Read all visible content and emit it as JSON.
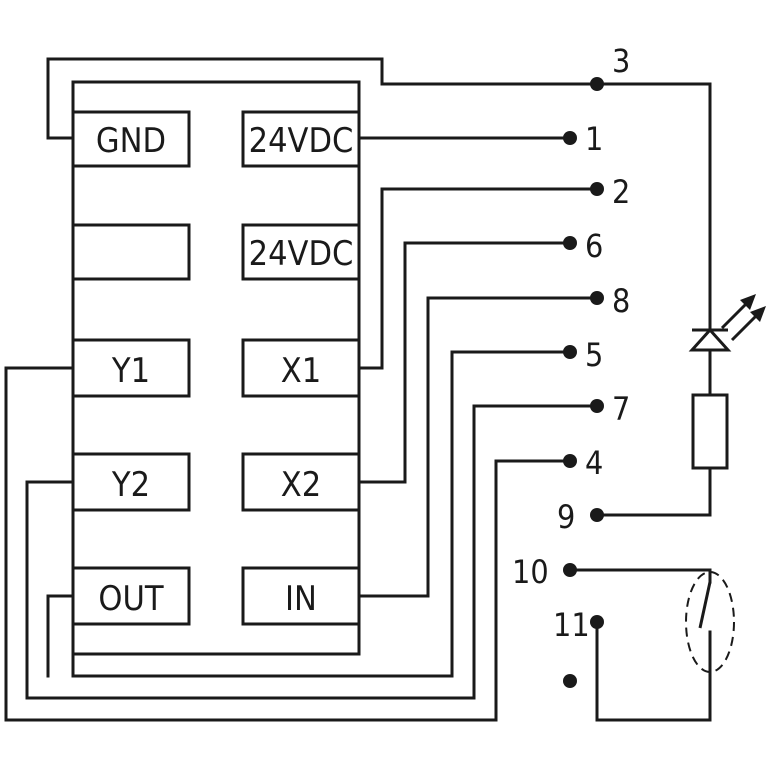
{
  "module": {
    "left_labels": [
      "GND",
      "",
      "Y1",
      "Y2",
      "OUT"
    ],
    "right_labels": [
      "24VDC",
      "24VDC",
      "X1",
      "X2",
      "IN"
    ]
  },
  "terminals": [
    "3",
    "1",
    "2",
    "6",
    "8",
    "5",
    "7",
    "4",
    "9",
    "10",
    "11"
  ],
  "components": [
    "led-icon",
    "resistor-icon",
    "switch-icon"
  ]
}
